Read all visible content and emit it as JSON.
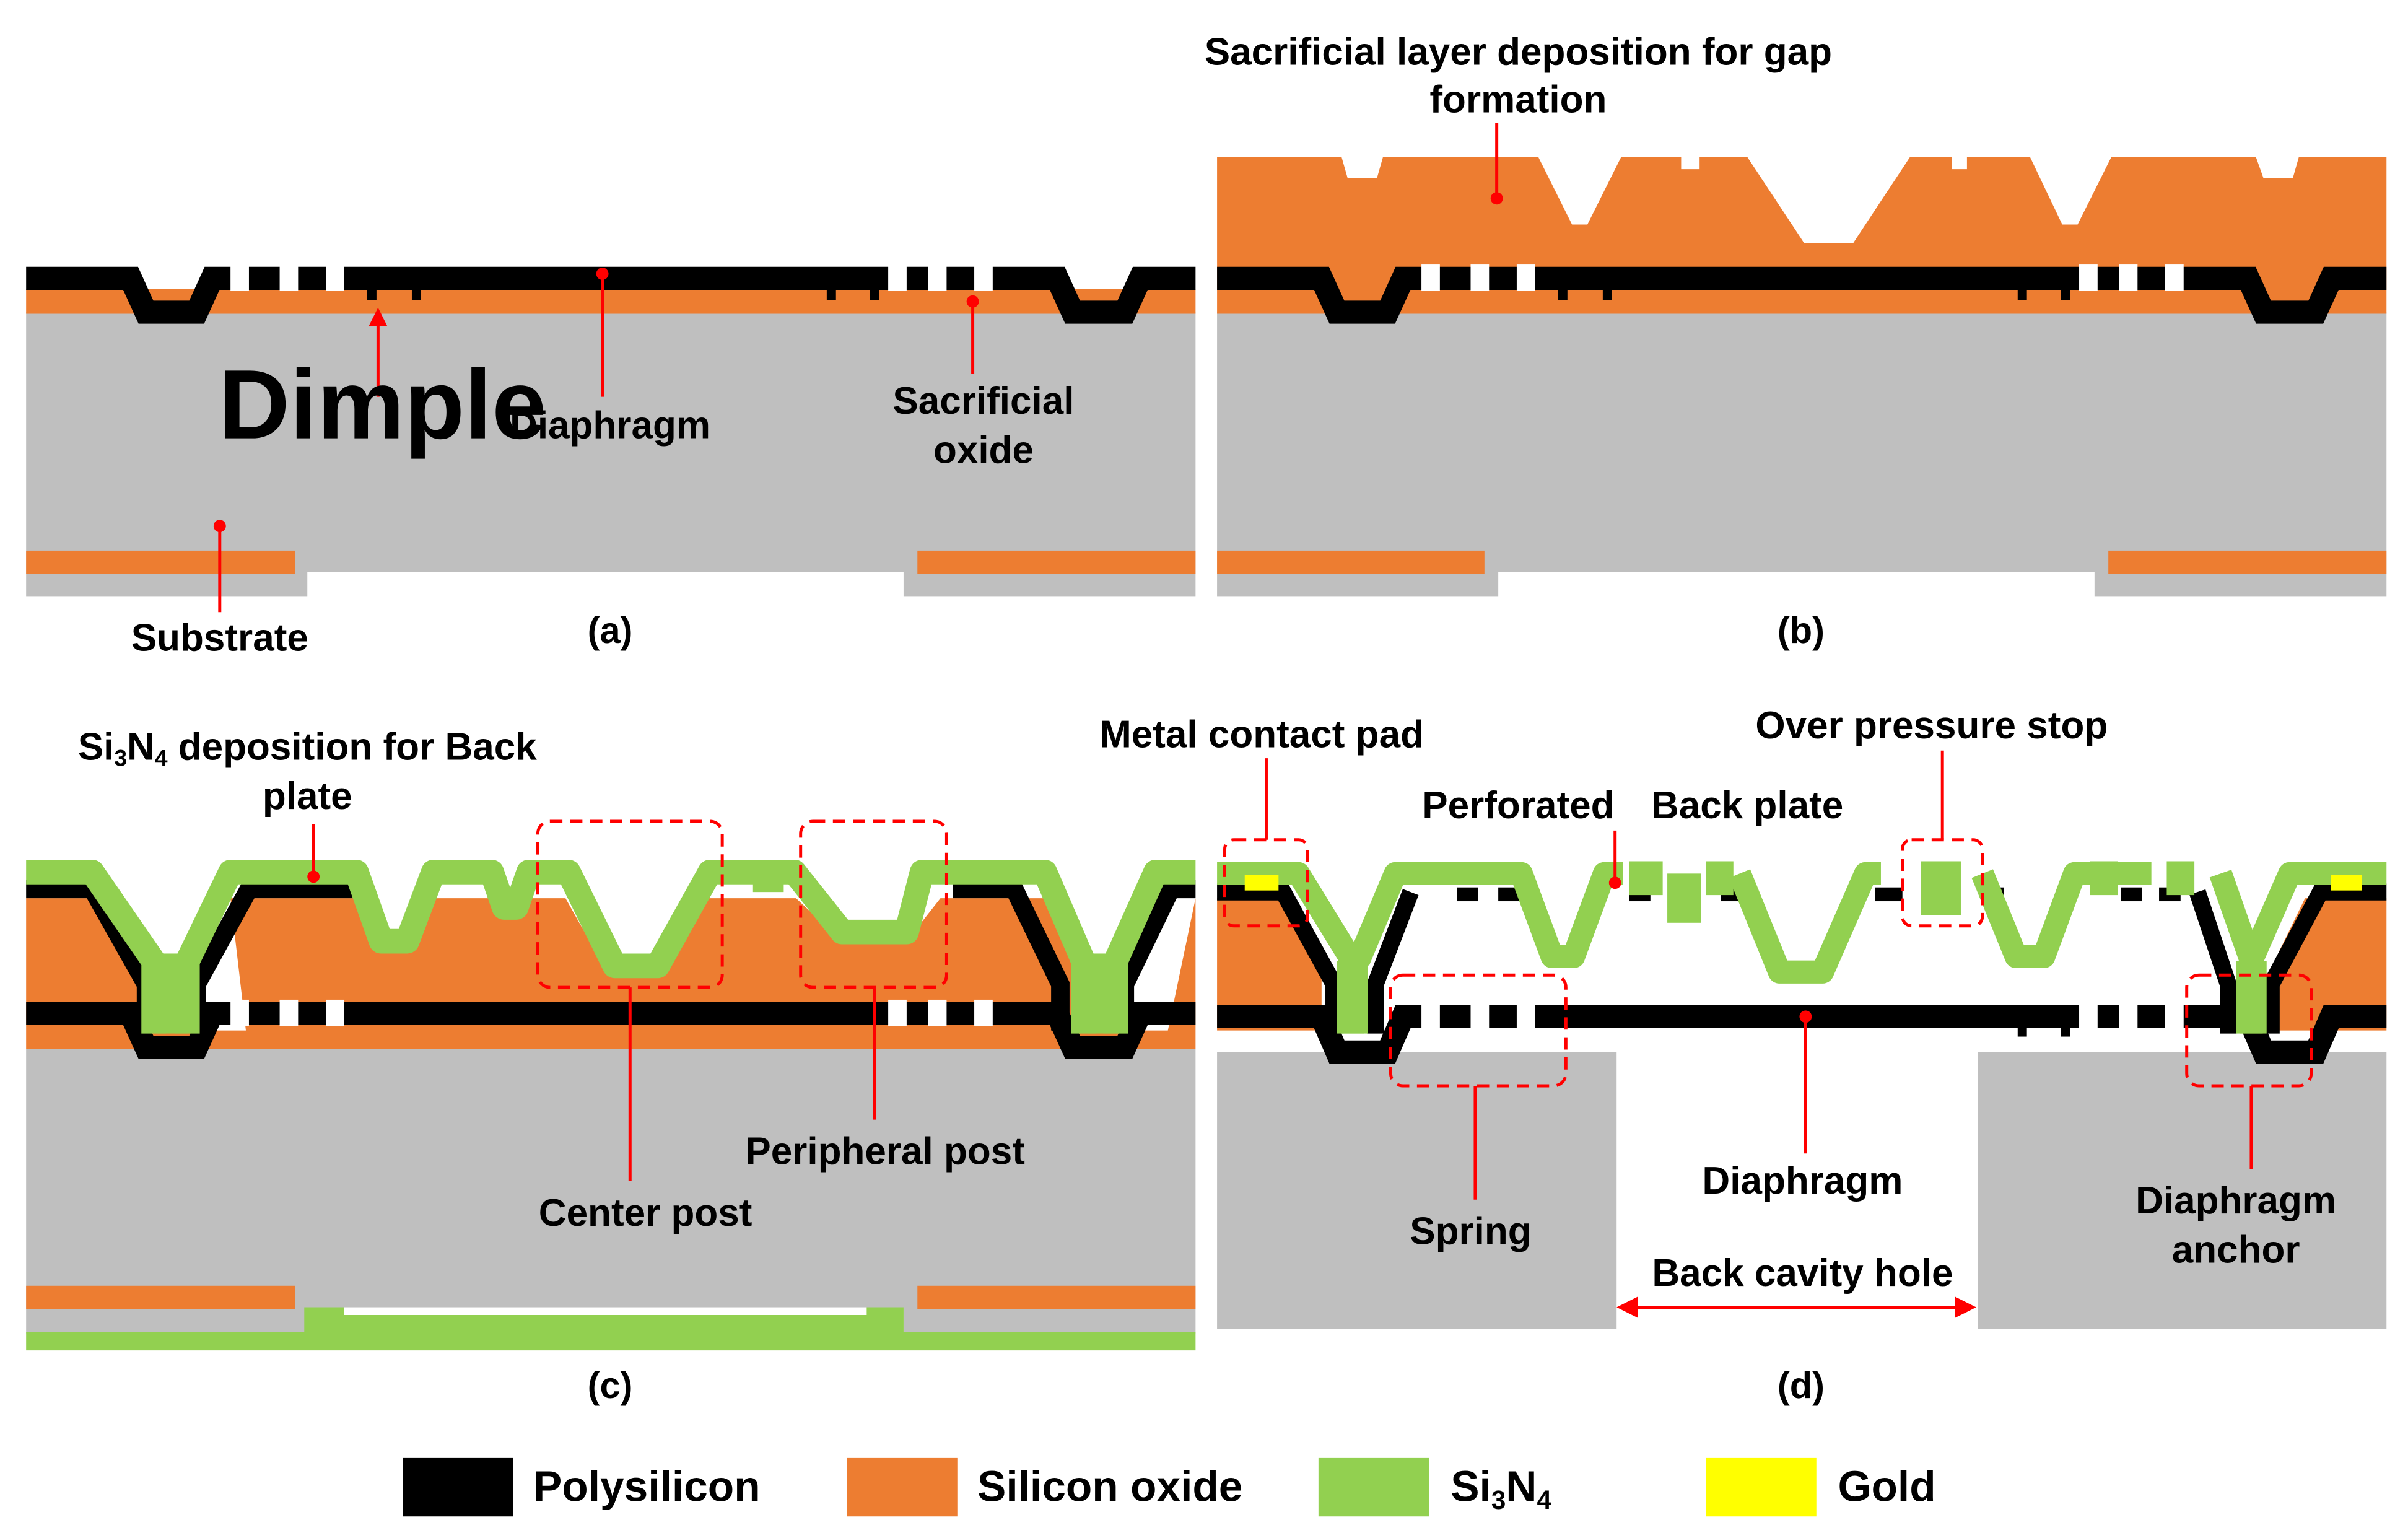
{
  "colors": {
    "polysilicon": "#000000",
    "silicon_oxide": "#ED7D31",
    "si3n4": "#92D050",
    "gold": "#FFFF00",
    "substrate": "#BFBFBF",
    "callout": "#FF0000"
  },
  "panel_a": {
    "caption": "(a)",
    "dimple": "Dimple",
    "diaphragm": "Diaphragm",
    "sacrificial_line1": "Sacrificial",
    "sacrificial_line2": "oxide",
    "substrate": "Substrate"
  },
  "panel_b": {
    "caption": "(b)",
    "title_line1": "Sacrificial layer deposition for gap",
    "title_line2": "formation"
  },
  "panel_c": {
    "caption": "(c)",
    "title_si": "Si",
    "title_sub3": "3",
    "title_n": "N",
    "title_sub4": "4",
    "title_rest": " deposition for Back",
    "title_line2": "plate",
    "center_post": "Center post",
    "peripheral_post": "Peripheral post"
  },
  "panel_d": {
    "caption": "(d)",
    "metal_contact_pad": "Metal contact pad",
    "over_pressure_stop": "Over pressure stop",
    "perforated": "Perforated",
    "back_plate": "Back plate",
    "spring": "Spring",
    "diaphragm": "Diaphragm",
    "back_cavity_hole": "Back cavity hole",
    "anchor_line1": "Diaphragm",
    "anchor_line2": "anchor"
  },
  "legend": {
    "polysilicon": "Polysilicon",
    "silicon_oxide": "Silicon oxide",
    "si3n4_si": "Si",
    "si3n4_3": "3",
    "si3n4_n": "N",
    "si3n4_4": "4",
    "gold": "Gold"
  }
}
